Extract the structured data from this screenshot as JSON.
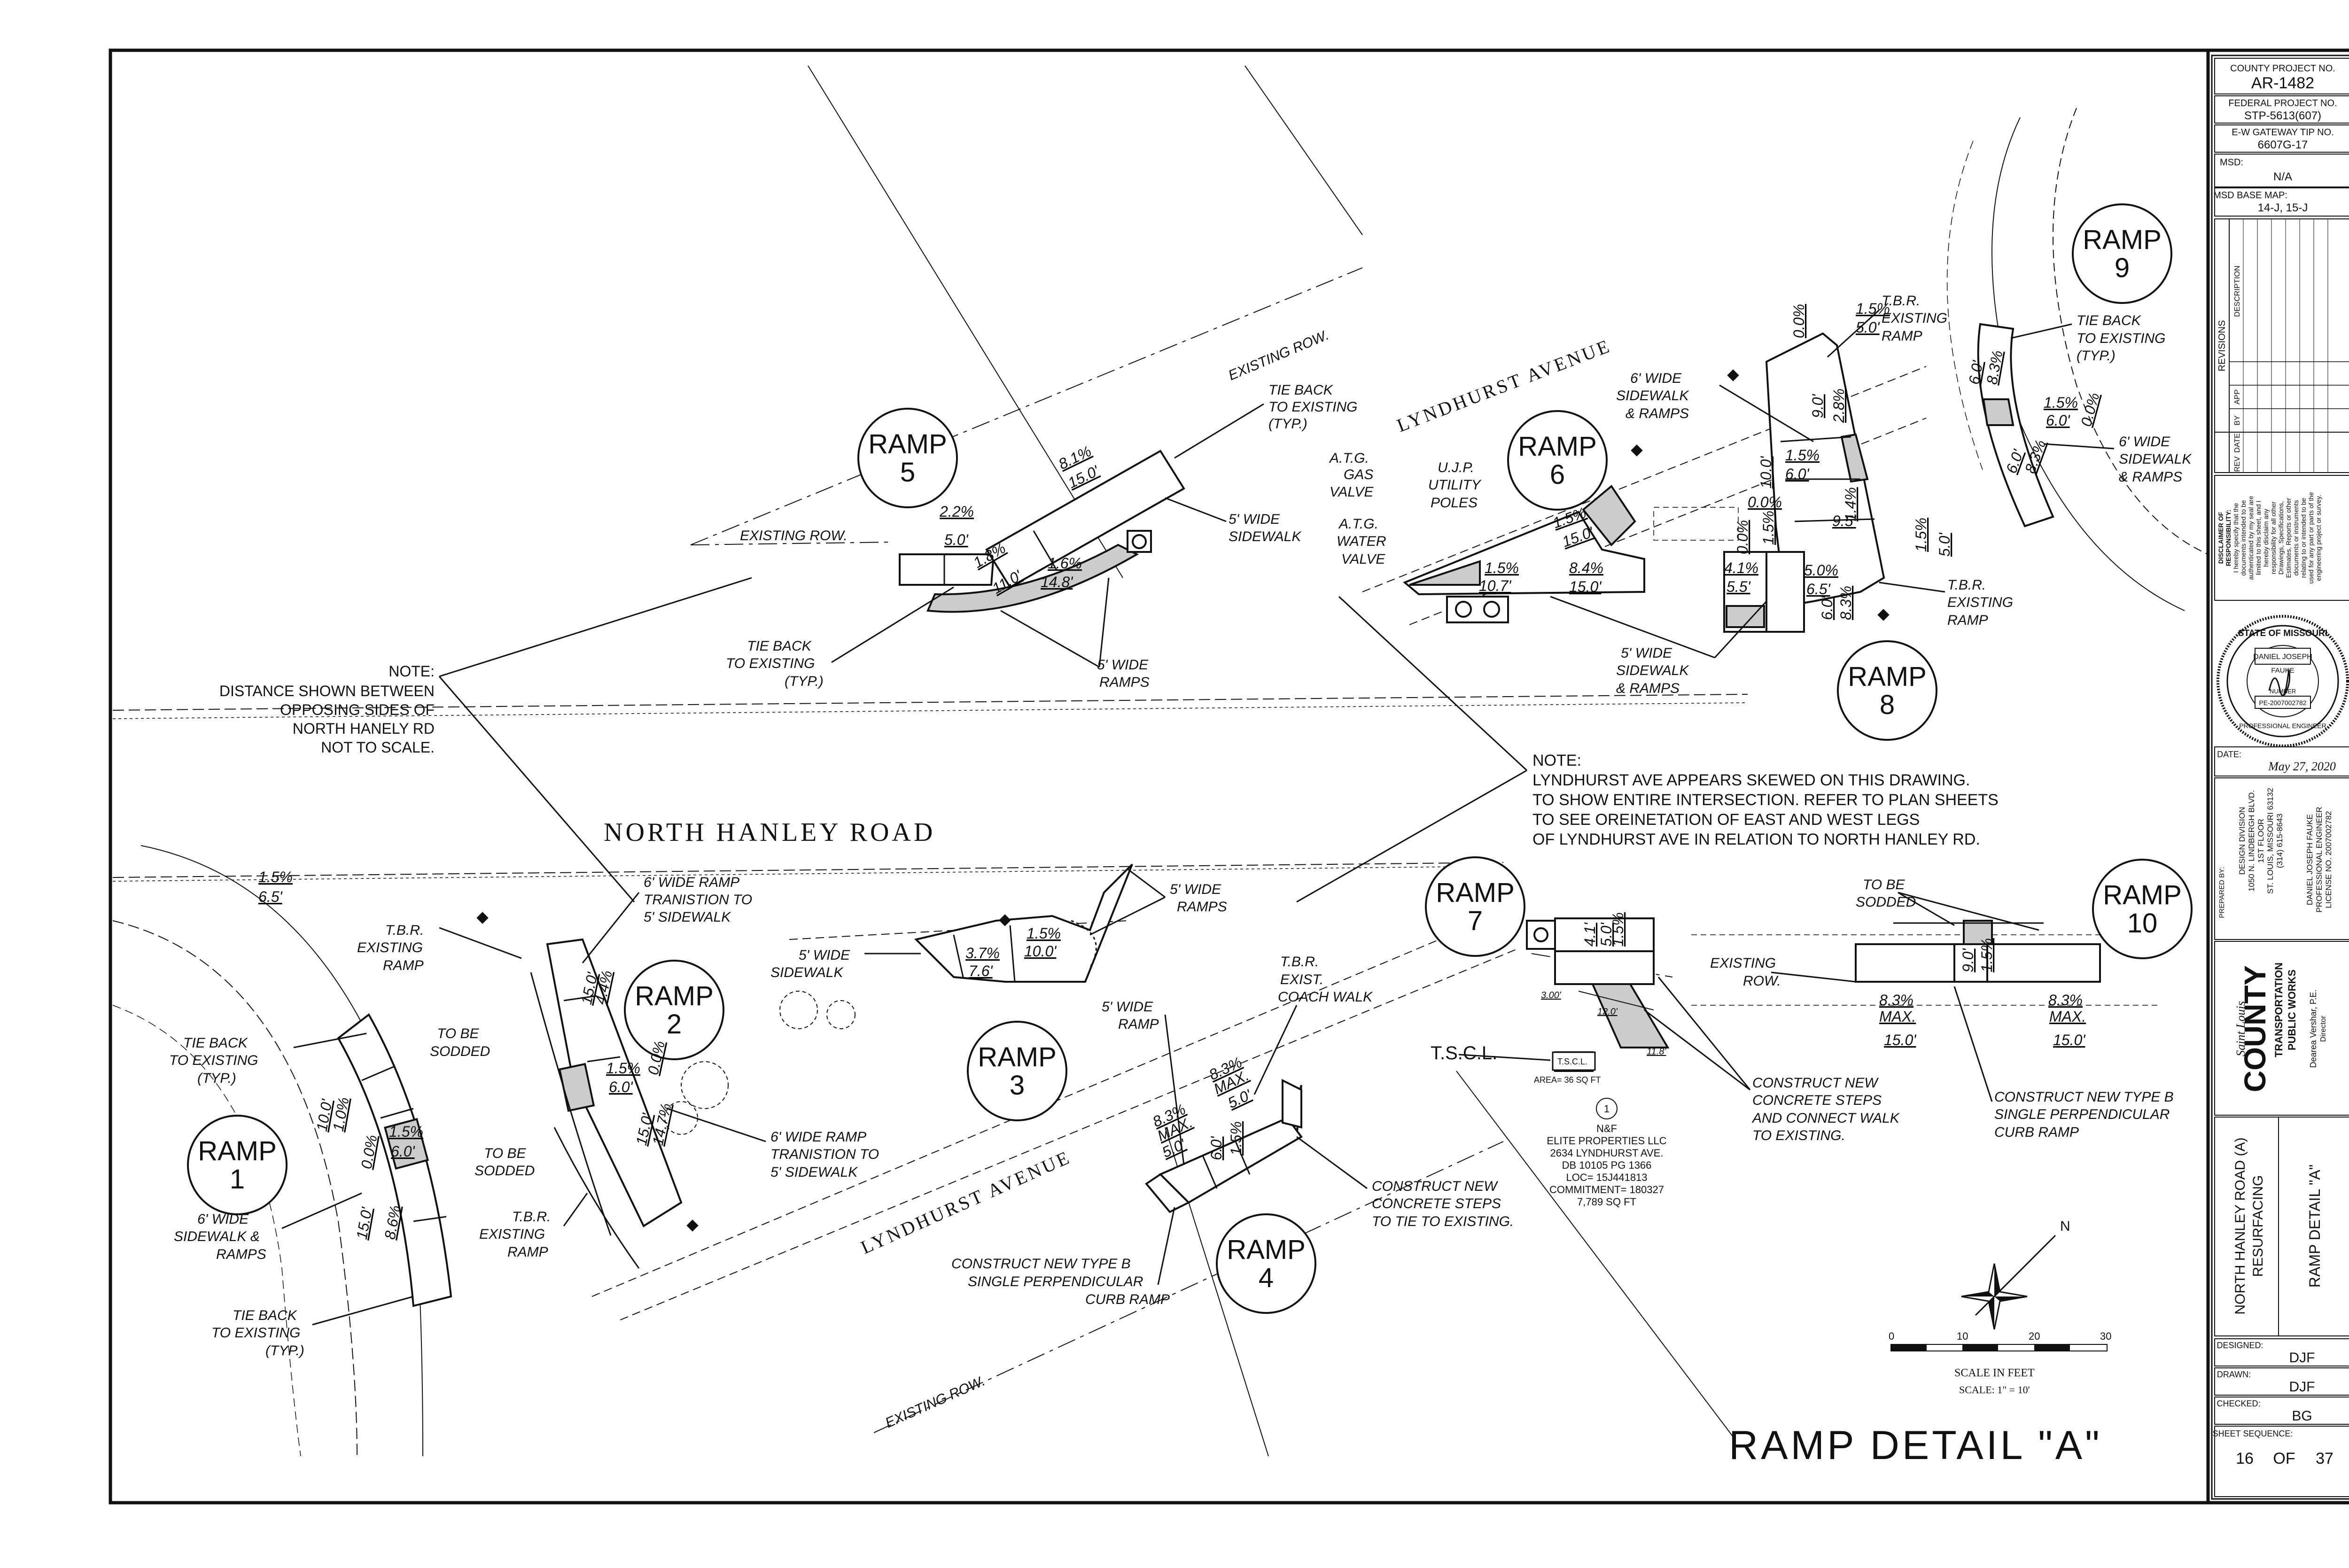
{
  "title_block": {
    "county_project_label": "COUNTY PROJECT NO.",
    "county_project_no": "AR-1482",
    "federal_project_label": "FEDERAL PROJECT NO.",
    "federal_project_no": "STP-5613(607)",
    "ew_gateway_label": "E-W GATEWAY TIP NO.",
    "ew_gateway_no": "6607G-17",
    "msd_label": "MSD:",
    "msd_value": "N/A",
    "msd_base_label": "MSD BASE MAP:",
    "msd_base_value": "14-J, 15-J",
    "revisions_label": "REVISIONS",
    "revision_columns": [
      "REV",
      "DATE",
      "BY",
      "APP",
      "DESCRIPTION"
    ],
    "disclaimer_lines": [
      "DISCLAIMER OF",
      "RESPONSIBILITY:",
      "I hereby specify that the",
      "documents intended to be",
      "authenticated by my seal are",
      "limited to this sheet, and I",
      "hereby disclaim any",
      "responsibility for all other",
      "Drawings, Specifications,",
      "Estimates, Reports or other",
      "documents or instruments",
      "relating to or intended to be",
      "used for any part or parts of the",
      "engineering project or survey."
    ],
    "seal_lines": [
      "STATE OF MISSOURI",
      "DANIEL JOSEPH",
      "FAUKE",
      "NUMBER",
      "PE-2007002782",
      "PROFESSIONAL ENGINEER"
    ],
    "date_label": "DATE:",
    "date_value": "May 27, 2020",
    "prepared_by_label": "PREPARED BY:",
    "prepared_lines": [
      "DESIGN DIVISION",
      "1050 N. LINDBERGH BLVD.",
      "1ST FLOOR",
      "ST. LOUIS, MISSOURI 63132",
      "(314) 615-8643"
    ],
    "engineer_lines": [
      "DANIEL JOSEPH FAUKE",
      "PROFESSIONAL ENGINEER",
      "LICENSE NO. 2007002782"
    ],
    "logo_saint_louis": "Saint Louis",
    "logo_county": "COUNTY",
    "logo_dept_1": "TRANSPORTATION",
    "logo_dept_2": "PUBLIC WORKS",
    "logo_director": "Dearea Vershar, P.E.",
    "logo_director_title": "Director",
    "project_name_1": "NORTH HANLEY ROAD (A)",
    "project_name_2": "RESURFACING",
    "sheet_title": "RAMP DETAIL \"A\"",
    "designed_label": "DESIGNED:",
    "designed_value": "DJF",
    "drawn_label": "DRAWN:",
    "drawn_value": "DJF",
    "checked_label": "CHECKED:",
    "checked_value": "BG",
    "sheet_sequence_label": "SHEET SEQUENCE:",
    "sheet_no": "16",
    "sheet_of": "OF",
    "sheet_total": "37"
  },
  "main_title": "RAMP DETAIL \"A\"",
  "roads": {
    "north_hanley": "NORTH HANLEY ROAD",
    "lyndhurst_upper": "LYNDHURST AVENUE",
    "lyndhurst_lower": "LYNDHURST AVENUE",
    "existing_row": "EXISTING ROW.",
    "existing_row_2": "EXISTING ROW.",
    "existing_row_3": "EXISTING ROW.",
    "existing_row_4": "EXISTING ROW."
  },
  "ramps": [
    {
      "label": "RAMP",
      "num": "1"
    },
    {
      "label": "RAMP",
      "num": "2"
    },
    {
      "label": "RAMP",
      "num": "3"
    },
    {
      "label": "RAMP",
      "num": "4"
    },
    {
      "label": "RAMP",
      "num": "5"
    },
    {
      "label": "RAMP",
      "num": "6"
    },
    {
      "label": "RAMP",
      "num": "7"
    },
    {
      "label": "RAMP",
      "num": "8"
    },
    {
      "label": "RAMP",
      "num": "9"
    },
    {
      "label": "RAMP",
      "num": "10"
    }
  ],
  "notes": {
    "note1_head": "NOTE:",
    "note1_lines": [
      "DISTANCE SHOWN BETWEEN",
      "OPPOSING SIDES OF",
      "NORTH HANELY RD",
      "NOT TO SCALE."
    ],
    "note2_head": "NOTE:",
    "note2_lines": [
      "LYNDHURST AVE APPEARS SKEWED ON THIS DRAWING.",
      "TO SHOW ENTIRE INTERSECTION. REFER TO PLAN SHEETS",
      "TO SEE OREINETATION OF EAST AND WEST LEGS",
      "OF LYNDHURST AVE IN RELATION TO NORTH HANLEY RD."
    ]
  },
  "callouts": {
    "ramp5_tieback_top": [
      "TIE BACK",
      "TO EXISTING",
      "(TYP.)"
    ],
    "ramp5_sidewalk": [
      "5' WIDE",
      "SIDEWALK"
    ],
    "ramp5_tieback_bottom": [
      "TIE BACK",
      "TO EXISTING",
      "(TYP.)"
    ],
    "ramp5_ramps": [
      "5' WIDE",
      "RAMPS"
    ],
    "atg_gas": [
      "A.T.G.",
      "GAS",
      "VALVE"
    ],
    "atg_water": [
      "A.T.G.",
      "WATER",
      "VALVE"
    ],
    "ujp": [
      "U.J.P.",
      "UTILITY",
      "POLES"
    ],
    "ramp6_sidewalk": [
      "6' WIDE",
      "SIDEWALK",
      "& RAMPS"
    ],
    "ramp8_sidewalk": [
      "5' WIDE",
      "SIDEWALK",
      "& RAMPS"
    ],
    "tbr_top": [
      "T.B.R.",
      "EXISTING",
      "RAMP"
    ],
    "tbr_ramp8": [
      "T.B.R.",
      "EXISTING",
      "RAMP"
    ],
    "ramp9_tieback": [
      "TIE BACK",
      "TO EXISTING",
      "(TYP.)"
    ],
    "ramp9_sidewalk": [
      "6' WIDE",
      "SIDEWALK",
      "& RAMPS"
    ],
    "ramp1_tieback_top": [
      "TIE BACK",
      "TO EXISTING",
      "(TYP.)"
    ],
    "ramp1_sidewalk": [
      "6' WIDE",
      "SIDEWALK &",
      "RAMPS"
    ],
    "ramp1_tieback_bottom": [
      "TIE BACK",
      "TO EXISTING",
      "(TYP.)"
    ],
    "ramp2_tbr_top": [
      "T.B.R.",
      "EXISTING",
      "RAMP"
    ],
    "ramp2_sodded": [
      "TO BE",
      "SODDED"
    ],
    "ramp2_sodded_2": [
      "TO BE",
      "SODDED"
    ],
    "ramp2_tbr_bottom": [
      "T.B.R.",
      "EXISTING",
      "RAMP"
    ],
    "ramp2_transition_top": [
      "6' WIDE RAMP",
      "TRANISTION TO",
      "5' SIDEWALK"
    ],
    "ramp2_transition_bottom": [
      "6' WIDE RAMP",
      "TRANISTION TO",
      "5' SIDEWALK"
    ],
    "ramp3_sidewalk": [
      "5' WIDE",
      "SIDEWALK"
    ],
    "ramp3_ramps": [
      "5' WIDE",
      "RAMPS"
    ],
    "ramp4_ramp": [
      "5' WIDE",
      "RAMP"
    ],
    "ramp4_coach": [
      "T.B.R.",
      "EXIST.",
      "COACH WALK"
    ],
    "ramp4_steps": [
      "CONSTRUCT NEW",
      "CONCRETE STEPS",
      "TO TIE TO EXISTING."
    ],
    "ramp4_curb": [
      "CONSTRUCT NEW TYPE B",
      "SINGLE PERPENDICULAR",
      "CURB RAMP"
    ],
    "ramp7_tscl": "T.S.C.L.",
    "ramp7_tscl_box": "T.S.C.L.",
    "ramp7_area": "AREA= 36 SQ FT",
    "ramp7_steps": [
      "CONSTRUCT NEW",
      "CONCRETE STEPS",
      "AND CONNECT WALK",
      "TO  EXISTING."
    ],
    "ramp7_existing_row": [
      "EXISTING",
      "ROW."
    ],
    "ramp10_sodded": [
      "TO BE",
      "SODDED"
    ],
    "ramp10_curb": [
      "CONSTRUCT NEW TYPE B",
      "SINGLE PERPENDICULAR",
      "CURB RAMP"
    ],
    "property_num": "1",
    "property_lines": [
      "N&F",
      "ELITE PROPERTIES LLC",
      "2634 LYNDHURST AVE.",
      "DB 10105 PG 1366",
      "LOC= 15J441813",
      "COMMITMENT= 180327",
      "7,789 SQ FT"
    ]
  },
  "dims": {
    "r5_a": "2.2%",
    "r5_b": "5.0'",
    "r5_c": "8.1%",
    "r5_d": "15.0'",
    "r5_e": "1.8%",
    "r5_f": "11.0'",
    "r5_g": "1.6%",
    "r5_h": "14.8'",
    "r6_a": "1.5%",
    "r6_b": "10.7'",
    "r6_c": "1.5%",
    "r6_d": "15.0'",
    "r6_e": "8.4%",
    "r6_f": "15.0'",
    "r8_a": "0.0%",
    "r8_b": "1.5%",
    "r8_c": "5.0'",
    "r8_d": "9.0'",
    "r8_e": "2.8%",
    "r8_f": "1.5%",
    "r8_g": "6.0'",
    "r8_h": "0.0%",
    "r8_i": "10.0'",
    "r8_j": "1.4%",
    "r8_k": "9.5'",
    "r8_l": "0.0%",
    "r8_m": "1.5%",
    "r8_n": "5.0%",
    "r8_o": "6.5'",
    "r8_p": "4.1%",
    "r8_q": "5.5'",
    "r8_r": "8.3%",
    "r8_s": "6.0'",
    "r8_t": "1.5%",
    "r8_u": "5.0'",
    "r9_a": "8.3%",
    "r9_b": "6.0'",
    "r9_c": "1.5%",
    "r9_d": "6.0'",
    "r9_e": "0.0%",
    "r9_f": "8.3%",
    "r9_g": "6.0'",
    "nh_a": "1.5%",
    "nh_b": "6.5'",
    "r1_a": "1.0%",
    "r1_b": "10.0'",
    "r1_c": "1.5%",
    "r1_d": "6.0'",
    "r1_e": "0.0%",
    "r1_f": "8.6%",
    "r1_g": "15.0'",
    "r2_a": "4.4%",
    "r2_b": "15.0'",
    "r2_c": "1.5%",
    "r2_d": "6.0'",
    "r2_e": "0.0%",
    "r2_f": "14.7%",
    "r2_g": "15.0'",
    "r3_a": "3.7%",
    "r3_b": "7.6'",
    "r3_c": "1.5%",
    "r3_d": "10.0'",
    "r4_a": "8.3%",
    "r4_b": "MAX.",
    "r4_c": "5.0'",
    "r4_d": "8.3%",
    "r4_e": "MAX.",
    "r4_f": "5.0'",
    "r4_g": "1.5%",
    "r4_h": "6.0'",
    "r7_a": "1.5%",
    "r7_b": "4.1'",
    "r7_c": "5.0'",
    "r7_d": "3.00'",
    "r7_e": "12.0'",
    "r7_f": "11.8'",
    "r10_a": "1.5%",
    "r10_b": "9.0'",
    "r10_c": "8.3%",
    "r10_d": "MAX.",
    "r10_e": "15.0'",
    "r10_f": "8.3%",
    "r10_g": "MAX.",
    "r10_h": "15.0'"
  },
  "scale": {
    "ticks": [
      "0",
      "10",
      "20",
      "30"
    ],
    "label": "SCALE IN FEET",
    "ratio": "SCALE: 1\" = 10'",
    "north": "N"
  }
}
